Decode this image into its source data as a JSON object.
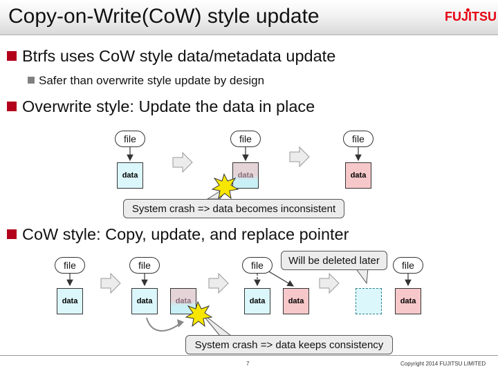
{
  "title": "Copy-on-Write(CoW) style update",
  "logo_text": "FUJITSU",
  "bullets": {
    "b1": "Btrfs uses CoW style data/metadata update",
    "b1_sub": "Safer than overwrite style update by design",
    "b2": "Overwrite style: Update the data in place",
    "b3": "CoW style: Copy, update, and replace pointer"
  },
  "labels": {
    "file": "file",
    "data": "data",
    "crash_overwrite": "System crash => data becomes inconsistent",
    "crash_cow": "System crash => data keeps consistency",
    "deleted_later": "Will be deleted later"
  },
  "footer": {
    "page": "7",
    "copyright": "Copyright 2014 FUJITSU LIMITED"
  },
  "colors": {
    "accent": "#b3001b",
    "brand": "#e60012",
    "data_old": "#dcf7fb",
    "data_new": "#f7c8ca",
    "crash_star": "#f7e600"
  },
  "icons": {
    "bullet_major": "red-square-bullet",
    "bullet_minor": "gray-square-bullet",
    "step_arrow": "gray-right-arrow",
    "crash": "explosion-star-icon",
    "copy_arrow": "curved-arrow-icon"
  }
}
